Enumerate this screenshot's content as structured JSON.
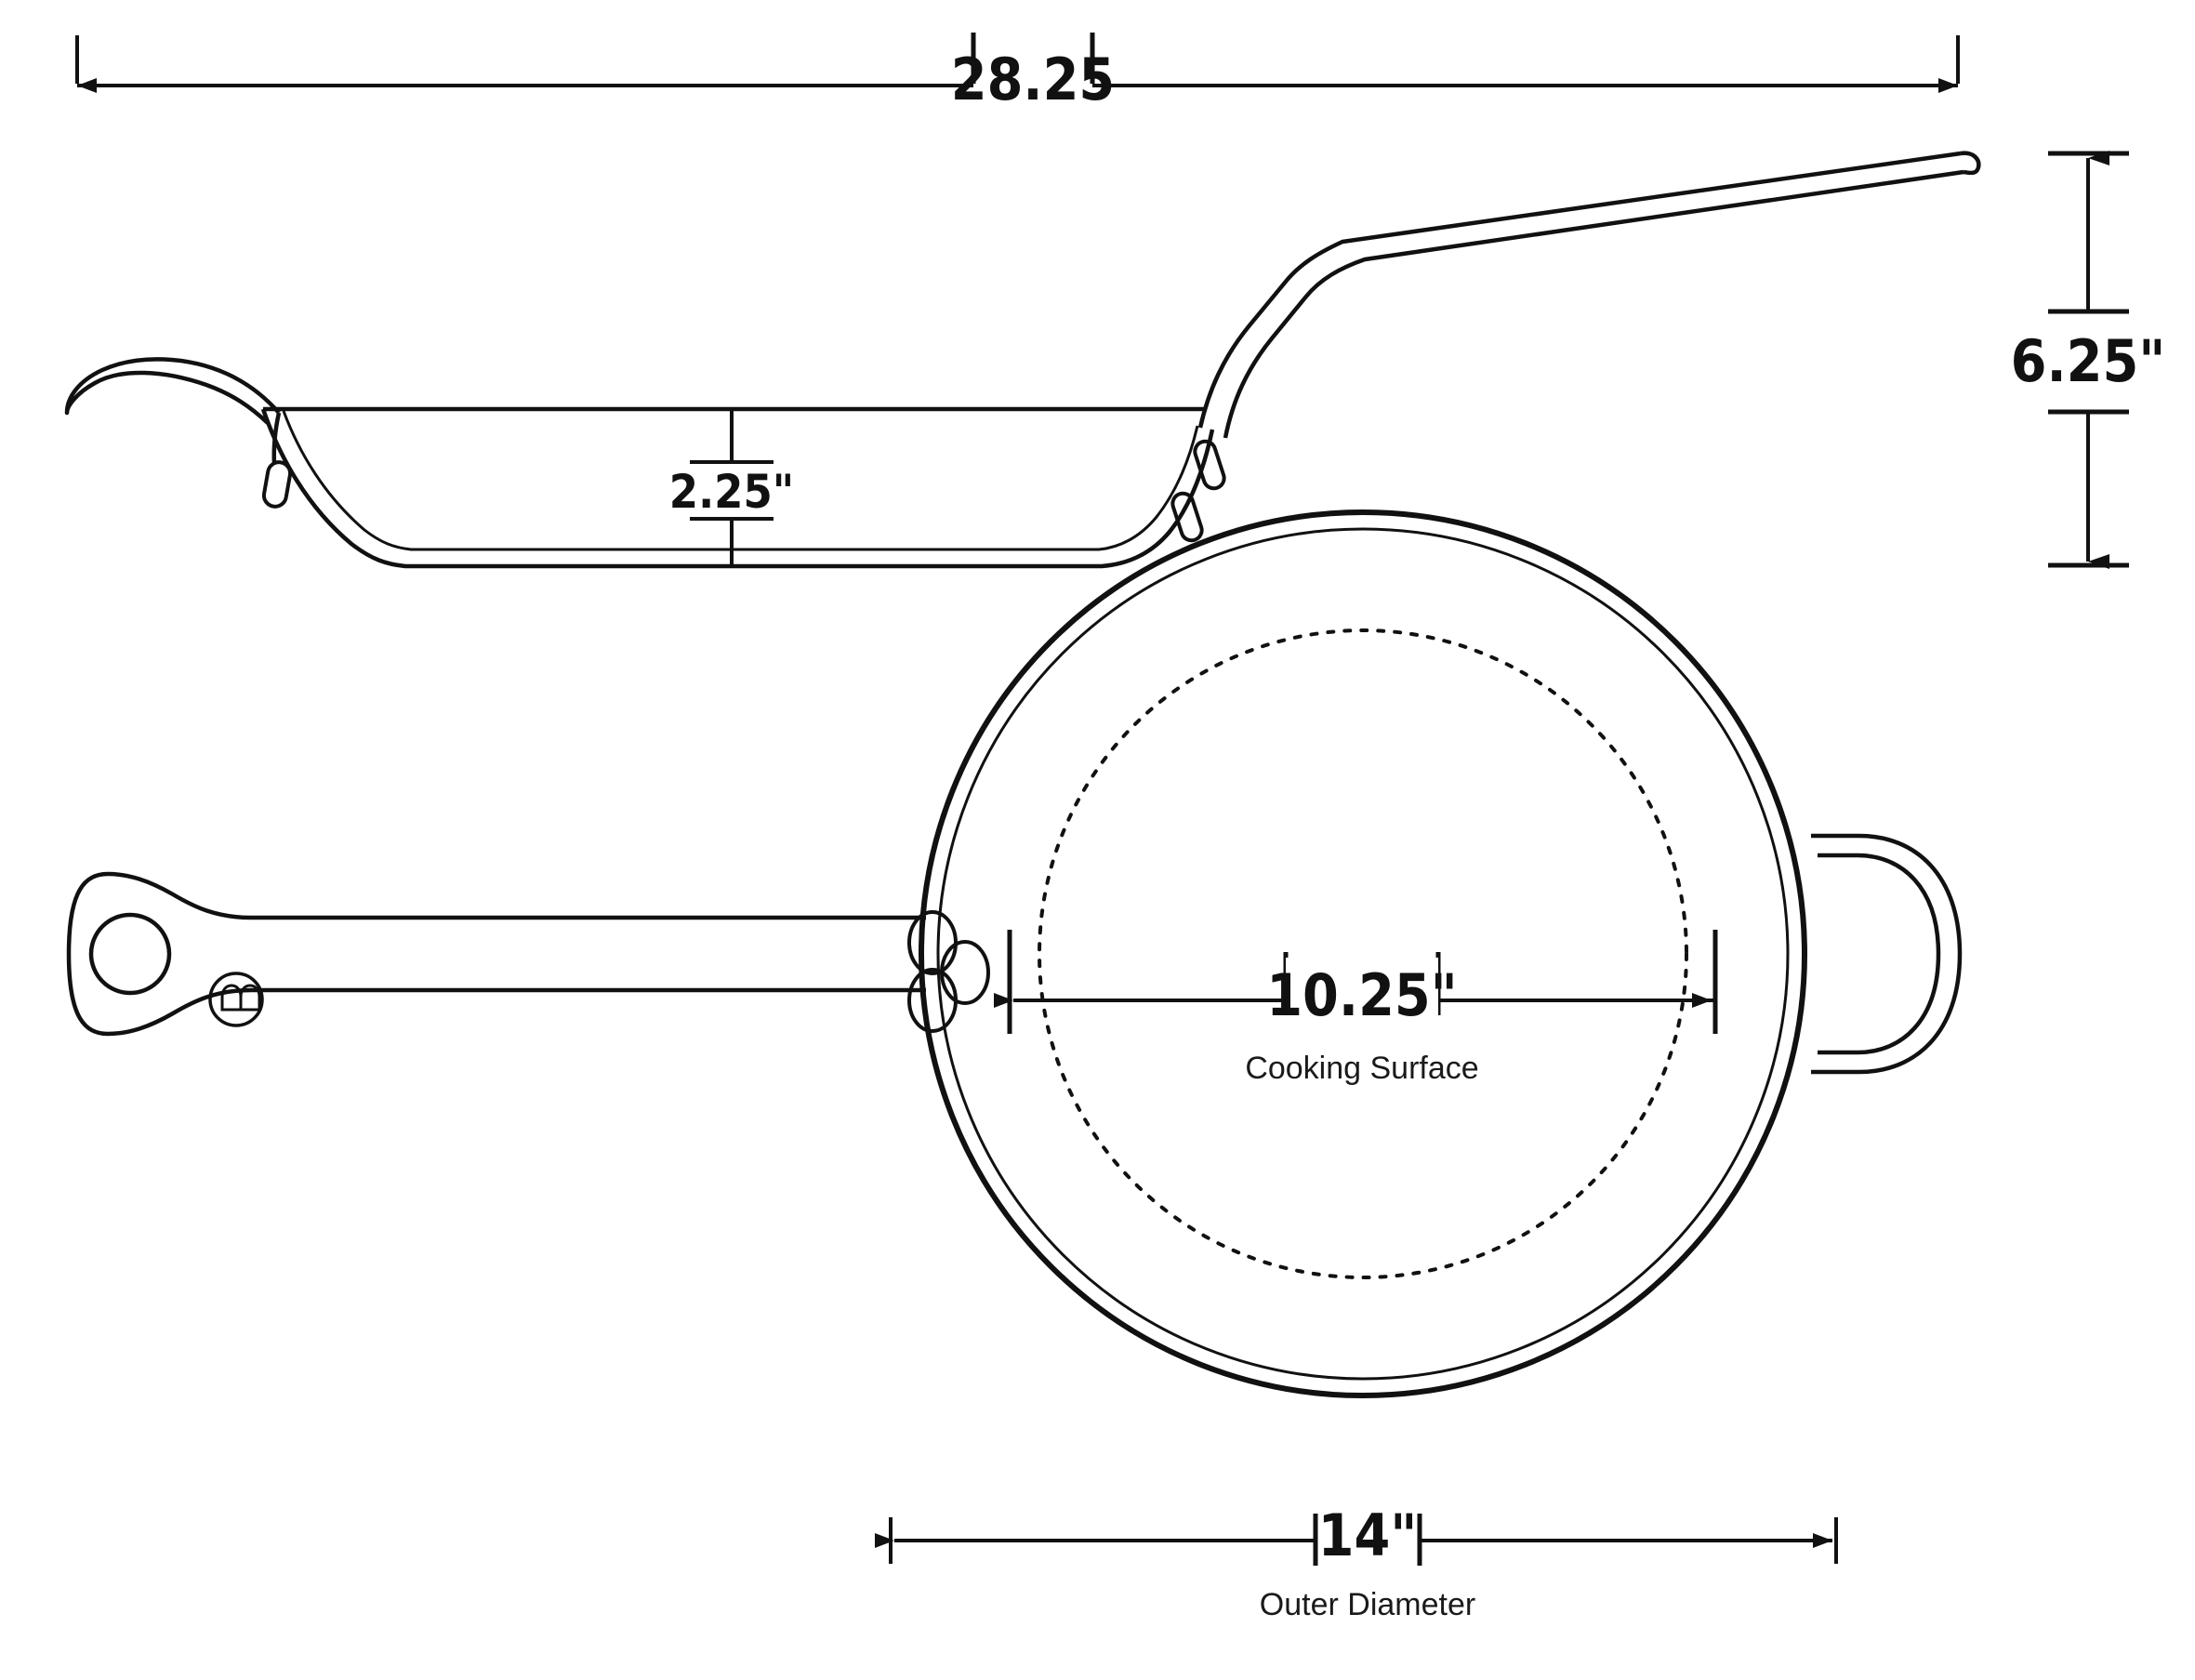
{
  "document": {
    "type": "product-dimension-drawing",
    "subject": "frying pan / skillet",
    "background_color": "#ffffff",
    "line_color": "#111111",
    "views": [
      "side-elevation",
      "top-plan"
    ]
  },
  "dimensions": {
    "overall_length": {
      "value": "28.25",
      "caption": "",
      "orientation": "horizontal",
      "position": "top",
      "measures": "overall length including handle"
    },
    "overall_height": {
      "value": "6.25\"",
      "caption": "",
      "orientation": "vertical",
      "position": "right",
      "measures": "overall height to handle tip"
    },
    "wall_depth": {
      "value": "2.25\"",
      "caption": "",
      "orientation": "vertical",
      "position": "side-view-interior",
      "measures": "pan depth"
    },
    "cooking_surface": {
      "value": "10.25\"",
      "caption": "Cooking Surface",
      "orientation": "horizontal",
      "position": "center-of-top-view",
      "measures": "flat cooking surface diameter"
    },
    "outer_diameter": {
      "value": "14\"",
      "caption": "Outer Diameter",
      "orientation": "horizontal",
      "position": "bottom",
      "measures": "outer rim diameter"
    }
  },
  "features": {
    "hanging_hole": "circular hole at handle end",
    "brand_badge": "circular medallion with double-arch logo",
    "rivets": "three oval rivets at handle-to-body joint",
    "helper_handle": "D-shaped loop handle opposite main handle",
    "rim": "double-line rolled rim",
    "cooking_surface_outline": "dotted circle"
  },
  "colors": {
    "stroke": "#111111",
    "background": "#ffffff",
    "text": "#111111"
  }
}
